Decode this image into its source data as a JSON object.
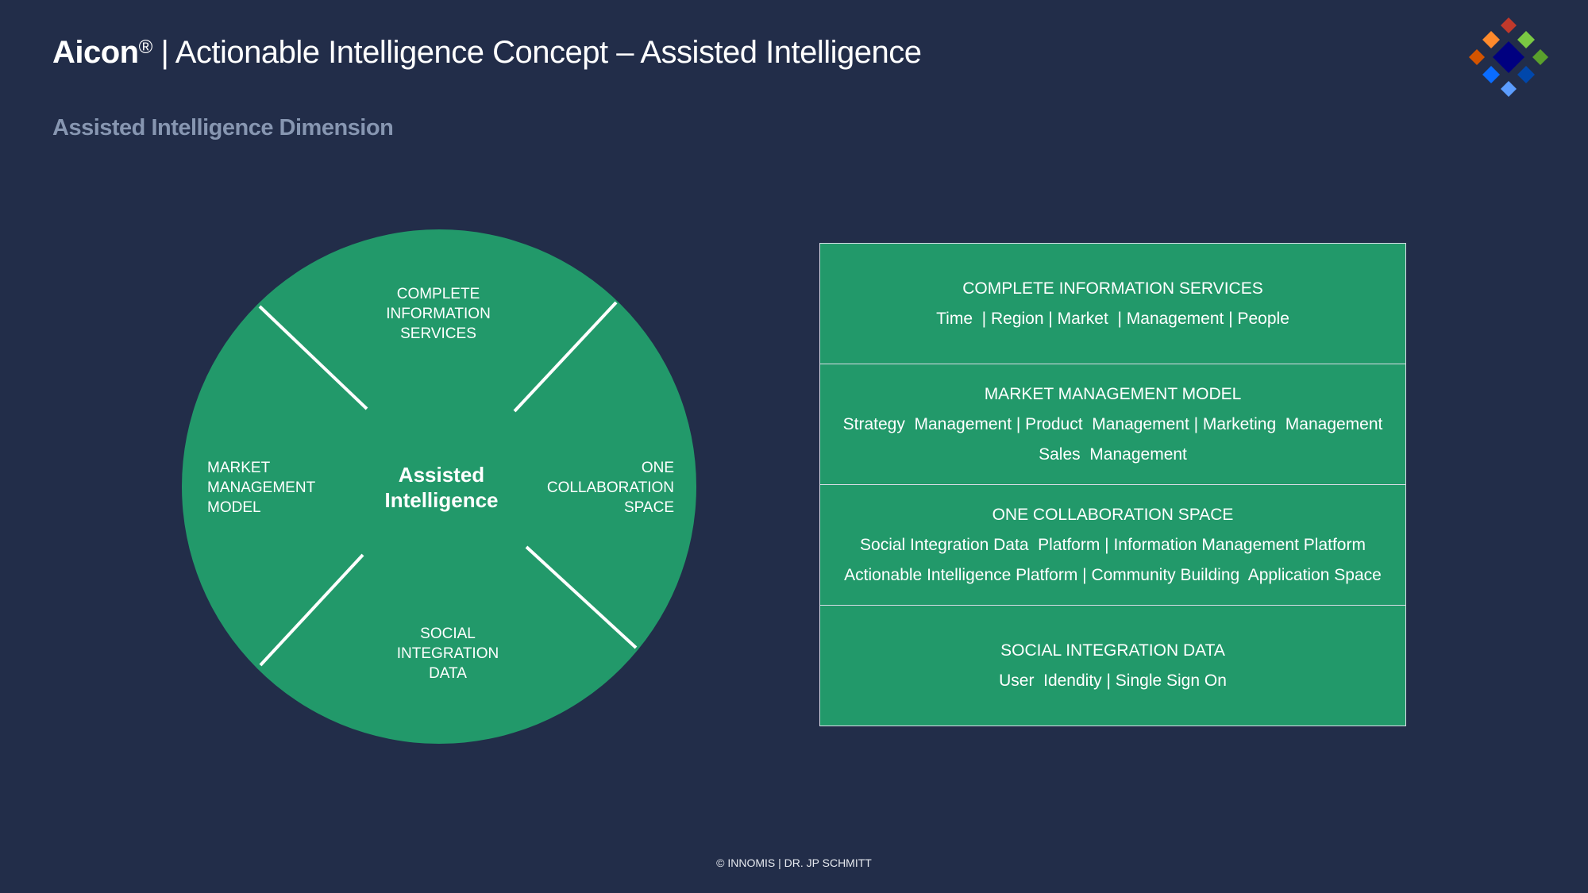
{
  "header": {
    "brand": "Aicon",
    "registered": "®",
    "separator": "|",
    "title": "Actionable Intelligence Concept – Assisted Intelligence",
    "subtitle": "Assisted Intelligence Dimension"
  },
  "logo": {
    "icon": "diamond-grid-logo",
    "colors": [
      "#c0392b",
      "#ff8a2c",
      "#7ac943",
      "#d35400",
      "#000080",
      "#5aa02c",
      "#0a6cff",
      "#0047ab",
      "#5c9dff"
    ]
  },
  "colors": {
    "background": "#222d49",
    "green": "#22996a",
    "subtitle": "#8796b1"
  },
  "circle": {
    "center_label": "Assisted\nIntelligence",
    "segments": [
      {
        "label": "COMPLETE\nINFORMATION\nSERVICES"
      },
      {
        "label": "ONE\nCOLLABORATION\nSPACE"
      },
      {
        "label": "SOCIAL\nINTEGRATION\nDATA"
      },
      {
        "label": "MARKET\nMANAGEMENT\nMODEL"
      }
    ]
  },
  "table": {
    "rows": [
      {
        "heading": "COMPLETE INFORMATION SERVICES",
        "lines": [
          "Time  | Region | Market  | Management | People"
        ]
      },
      {
        "heading": "MARKET MANAGEMENT MODEL",
        "lines": [
          "Strategy  Management | Product  Management | Marketing  Management",
          "Sales  Management"
        ]
      },
      {
        "heading": "ONE COLLABORATION SPACE",
        "lines": [
          "Social Integration Data  Platform | Information Management Platform",
          "Actionable Intelligence Platform | Community Building  Application Space"
        ]
      },
      {
        "heading": "SOCIAL INTEGRATION DATA",
        "lines": [
          "User  Idendity | Single Sign On"
        ]
      }
    ]
  },
  "footer": {
    "copyright": "© INNOMIS | DR. JP SCHMITT"
  }
}
